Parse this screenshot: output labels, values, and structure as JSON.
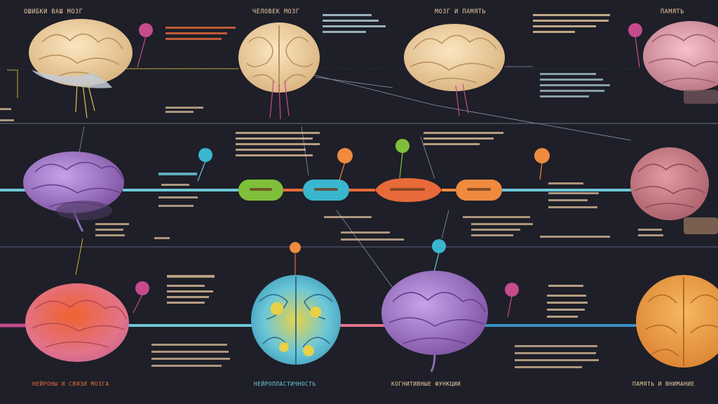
{
  "canvas": {
    "background": "#1e1f28"
  },
  "palette": {
    "cream": "#f2d8a8",
    "cream_dark": "#c9a877",
    "pink": "#e9a6b6",
    "pink_dark": "#b87886",
    "purple": "#a77ec9",
    "purple_dark": "#7f5aa3",
    "orange": "#f2a14a",
    "blue": "#6cc7d8",
    "green": "#7fbf3a",
    "red_orange": "#e86a3a",
    "magenta": "#c64b8c",
    "yellow": "#f5d33a",
    "text_warm": "#e9c9a1",
    "text_cool": "#b9d4e2",
    "text_orange": "#f0873f",
    "line_gray": "#6b6f86"
  },
  "header_labels": [
    {
      "text": "ОШИБКИ ВАШ МОЗГ"
    },
    {
      "text": "ЧЕЛОВЕК МОЗГ"
    },
    {
      "text": "МОЗГ И ПАМЯТЬ"
    },
    {
      "text": "ПАМЯТЬ"
    }
  ],
  "timeline_nodes": [
    {
      "color": "#7fbf3a"
    },
    {
      "color": "#3ab6cf"
    },
    {
      "color": "#e86a3a"
    },
    {
      "color": "#f08a3f"
    }
  ],
  "bottom_labels": [
    {
      "text": "НЕЙРОНЫ И СВЯЗИ МОЗГА"
    },
    {
      "text": "НЕЙРОПЛАСТИЧНОСТЬ"
    },
    {
      "text": "КОГНИТИВНЫЕ ФУНКЦИИ"
    },
    {
      "text": "ПАМЯТЬ И ВНИМАНИЕ"
    }
  ]
}
